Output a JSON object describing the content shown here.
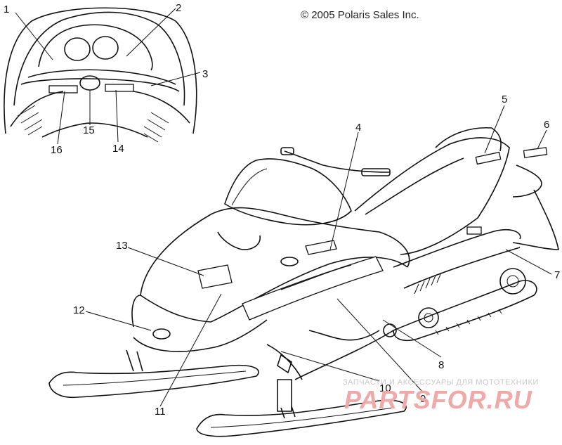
{
  "copyright": "© 2005 Polaris Sales Inc.",
  "callouts": [
    "1",
    "2",
    "3",
    "4",
    "5",
    "6",
    "7",
    "8",
    "9",
    "10",
    "11",
    "12",
    "13",
    "14",
    "15",
    "16"
  ],
  "watermark": {
    "small": "ЗАПЧАСТИ И АКСЕССУАРЫ ДЛЯ МОТОТЕХНИКИ",
    "big": "PARTSFOR.RU"
  },
  "colors": {
    "line": "#111111",
    "watermark": "#f0a9a9"
  }
}
